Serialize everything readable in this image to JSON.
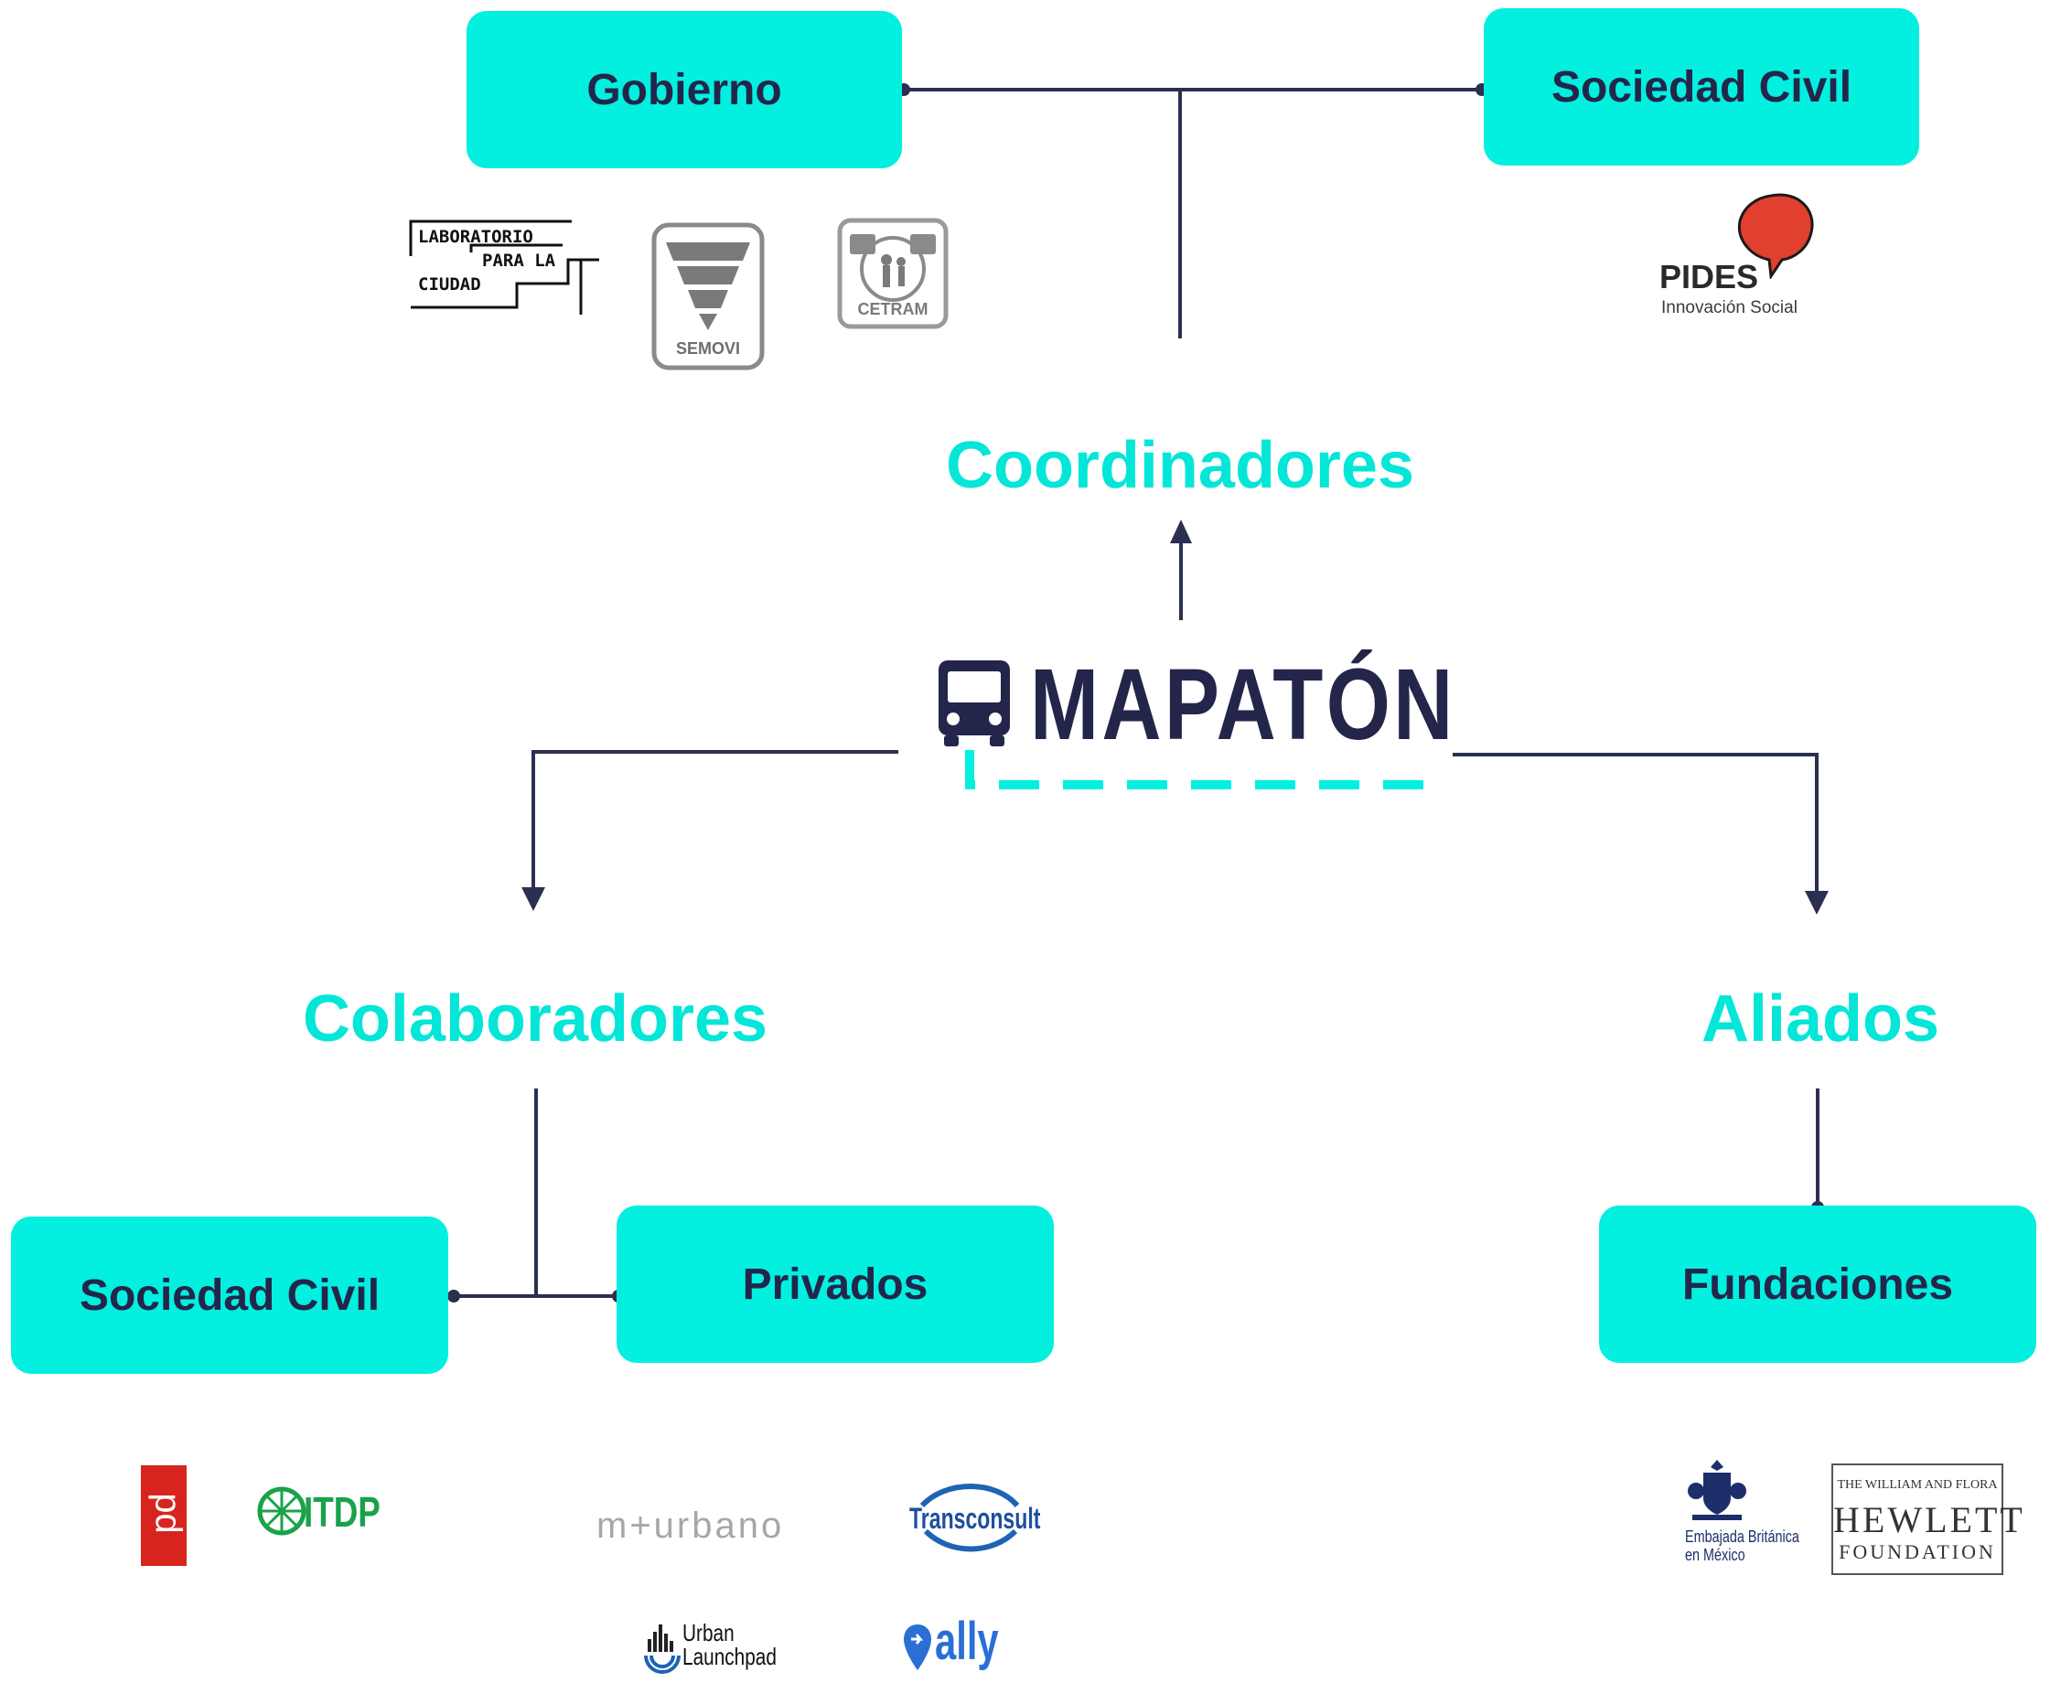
{
  "headings": {
    "coordinadores": "Coordinadores",
    "colaboradores": "Colaboradores",
    "aliados": "Aliados"
  },
  "boxes": {
    "gobierno": "Gobierno",
    "sociedad_civil_top": "Sociedad Civil",
    "sociedad_civil_bottom": "Sociedad Civil",
    "privados": "Privados",
    "fundaciones": "Fundaciones"
  },
  "center": {
    "brand": "MAPATÓN"
  },
  "logos": {
    "lab_line1": "LABORATORIO",
    "lab_line2": "PARA LA",
    "lab_line3": "CIUDAD",
    "semovi": "SEMOVI",
    "cetram": "CETRAM",
    "pides": "PIDES",
    "pides_sub": "Innovación Social",
    "pd": "pd",
    "itdp": "ITDP",
    "mxurbano": "m+urbano",
    "transconsult": "Transconsult",
    "urban_launchpad_1": "Urban",
    "urban_launchpad_2": "Launchpad",
    "ally": "ally",
    "embajada_1": "Embajada Británica",
    "embajada_2": "en México",
    "hewlett_1": "THE WILLIAM AND FLORA",
    "hewlett_2": "HEWLETT",
    "hewlett_3": "FOUNDATION"
  },
  "colors": {
    "accent": "#03efdf",
    "heading": "#03e6d8",
    "dark": "#23264a",
    "line": "#2b3050"
  }
}
